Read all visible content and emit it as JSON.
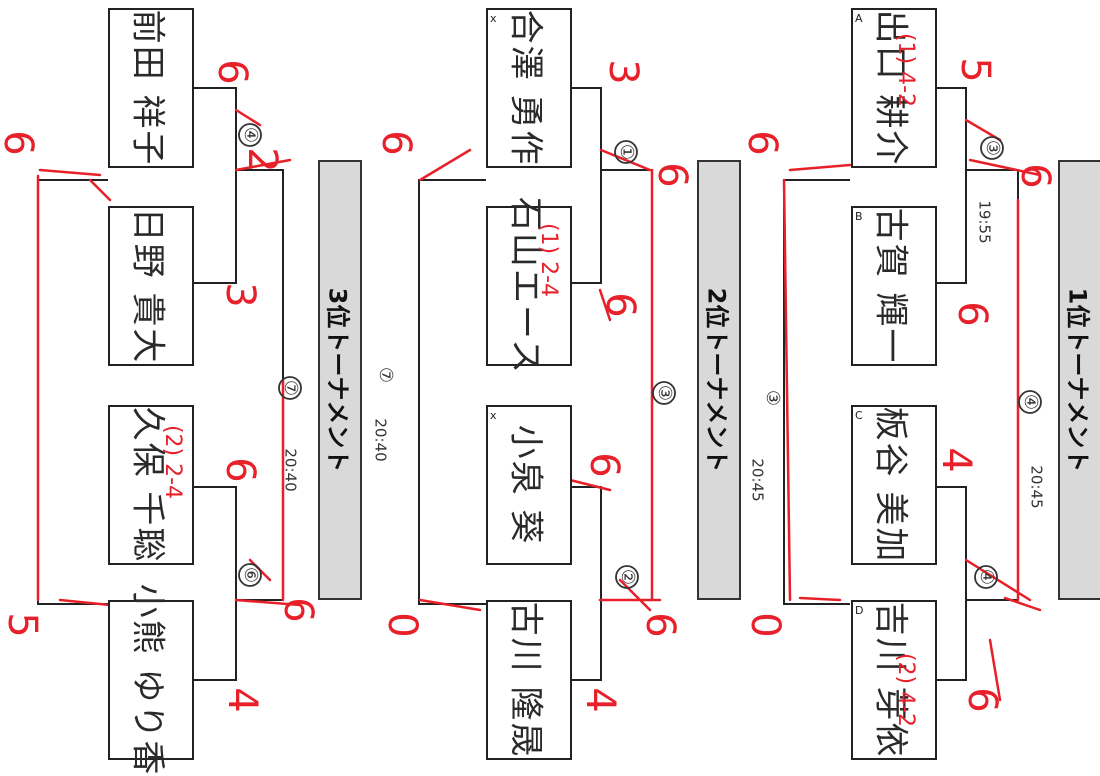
{
  "colors": {
    "ink": "#222222",
    "annotation_red": "#e8202a",
    "banner_bg": "#d9d9d9"
  },
  "brackets": [
    {
      "title": "1位トーナメント",
      "time": "20:45",
      "teams": [
        {
          "slot": "A",
          "name": "出口 耕介",
          "annotation": "(1) 4-2"
        },
        {
          "slot": "B",
          "name": "古賀 輝一",
          "annotation": ""
        },
        {
          "slot": "C",
          "name": "板谷 美加",
          "annotation": ""
        },
        {
          "slot": "D",
          "name": "吉川 芽依",
          "annotation": "(2) 4-2"
        }
      ],
      "semi1": {
        "match": "③",
        "time": "19:55",
        "scores": [
          "5",
          "6"
        ]
      },
      "semi2": {
        "match": "④",
        "scores": [
          "4",
          "6"
        ]
      },
      "final": {
        "match": "④",
        "scores": [
          "6",
          "0"
        ]
      }
    },
    {
      "title": "2位トーナメント",
      "time": "20:45",
      "teams": [
        {
          "slot": "x",
          "name": "合澤 勇作",
          "annotation": ""
        },
        {
          "slot": "",
          "name": "石山エース",
          "annotation": "(1) 2-4"
        },
        {
          "slot": "x",
          "name": "小泉 葵",
          "annotation": ""
        },
        {
          "slot": "",
          "name": "古川 隆晟",
          "annotation": ""
        }
      ],
      "semi1": {
        "match": "①",
        "scores": [
          "3",
          "6"
        ]
      },
      "semi2": {
        "match": "②",
        "scores": [
          "6",
          "6"
        ]
      },
      "final": {
        "match": "③",
        "scores": [
          "6",
          "0"
        ]
      }
    },
    {
      "title": "3位トーナメント",
      "time": "20:40",
      "teams": [
        {
          "slot": "",
          "name": "前田 祥子",
          "annotation": ""
        },
        {
          "slot": "",
          "name": "日野 貴大",
          "annotation": ""
        },
        {
          "slot": "",
          "name": "久保 千聡",
          "annotation": "(2) 2-4"
        },
        {
          "slot": "",
          "name": "小熊 ゆり香",
          "annotation": ""
        }
      ],
      "semi1": {
        "match": "④",
        "scores": [
          "6",
          "3"
        ]
      },
      "semi2": {
        "match": "⑥",
        "time": "20:40",
        "scores": [
          "6",
          "4"
        ]
      },
      "final": {
        "match": "⑦",
        "scores": [
          "6",
          "5"
        ]
      },
      "extra_scores": [
        "2",
        "6"
      ]
    }
  ]
}
